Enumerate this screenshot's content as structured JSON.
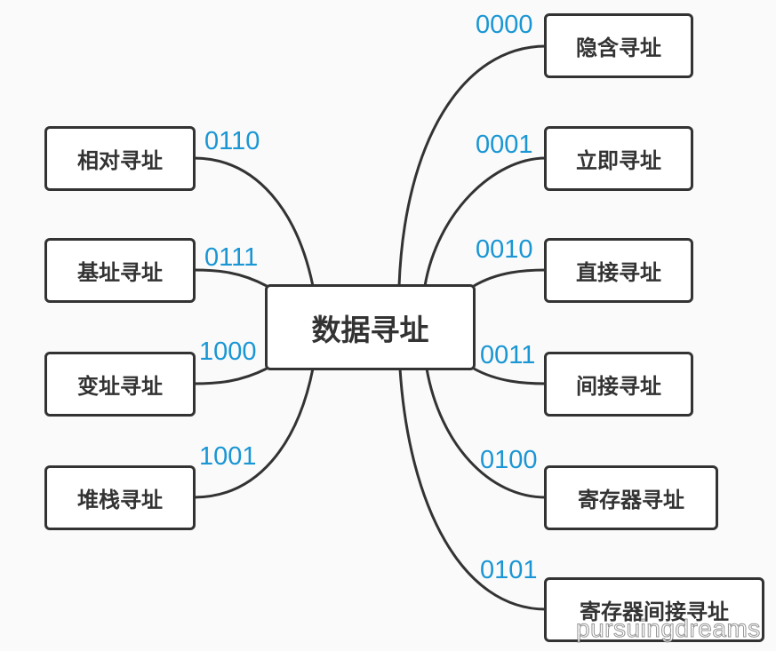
{
  "center": {
    "label": "数据寻址"
  },
  "right": [
    {
      "label": "隐含寻址",
      "code": "0000",
      "icon": "rounded-box"
    },
    {
      "label": "立即寻址",
      "code": "0001",
      "icon": "rounded-box"
    },
    {
      "label": "直接寻址",
      "code": "0010",
      "icon": "rounded-box"
    },
    {
      "label": "间接寻址",
      "code": "0011",
      "icon": "rounded-box"
    },
    {
      "label": "寄存器寻址",
      "code": "0100",
      "icon": "rounded-box"
    },
    {
      "label": "寄存器间接寻址",
      "code": "0101",
      "icon": "rounded-box"
    }
  ],
  "left": [
    {
      "label": "相对寻址",
      "code": "0110",
      "icon": "rounded-box"
    },
    {
      "label": "基址寻址",
      "code": "0111",
      "icon": "rounded-box"
    },
    {
      "label": "变址寻址",
      "code": "1000",
      "icon": "rounded-box"
    },
    {
      "label": "堆栈寻址",
      "code": "1001",
      "icon": "rounded-box"
    }
  ],
  "watermark": "pursuingdreams",
  "colors": {
    "background": "#fafafa",
    "node_border": "#333333",
    "node_text": "#333333",
    "code_text": "#1a96d4",
    "connector": "#333333"
  }
}
